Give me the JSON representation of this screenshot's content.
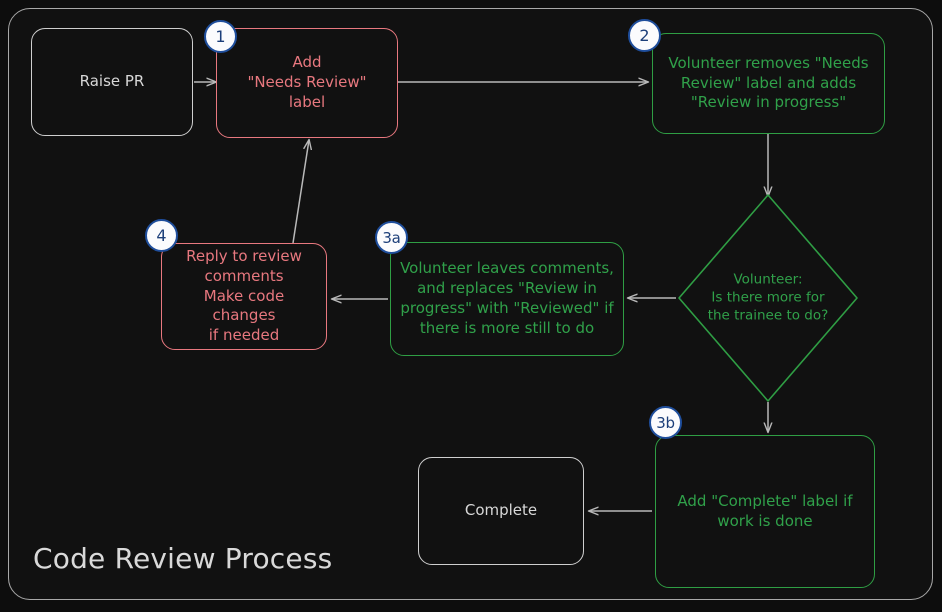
{
  "diagram": {
    "title": "Code Review Process",
    "colors": {
      "background": "#0d0d0d",
      "frame": "#a8a8a8",
      "neutral": "#d8d8d8",
      "red": "#e8787f",
      "green": "#30a14a",
      "badge_border": "#1f4e9c",
      "badge_fill": "#fbfbfd",
      "arrow": "#b9b9b9"
    },
    "nodes": {
      "raise_pr": {
        "label": "Raise PR",
        "style": "neutral",
        "shape": "rounded-rect"
      },
      "add_needs_review": {
        "label": "Add\n\"Needs Review\"\nlabel",
        "style": "red",
        "shape": "rounded-rect",
        "badge": "1"
      },
      "volunteer_removes": {
        "label": "Volunteer removes \"Needs\nReview\" label and adds\n\"Review in progress\"",
        "style": "green",
        "shape": "rounded-rect",
        "badge": "2"
      },
      "decision": {
        "label": "Volunteer:\nIs there more for\nthe trainee to do?",
        "style": "green",
        "shape": "diamond"
      },
      "volunteer_comments": {
        "label": "Volunteer leaves comments,\nand replaces \"Review in\nprogress\" with \"Reviewed\" if\nthere is more still to do",
        "style": "green",
        "shape": "rounded-rect",
        "badge": "3a"
      },
      "reply_to_review": {
        "label": "Reply to review\ncomments\nMake code changes\nif needed",
        "style": "red",
        "shape": "rounded-rect",
        "badge": "4"
      },
      "add_complete": {
        "label": "Add \"Complete\" label if\nwork is done",
        "style": "green",
        "shape": "rounded-rect",
        "badge": "3b"
      },
      "complete": {
        "label": "Complete",
        "style": "neutral",
        "shape": "rounded-rect"
      }
    },
    "badges": {
      "one": "1",
      "two": "2",
      "three_a": "3a",
      "three_b": "3b",
      "four": "4"
    },
    "edges": [
      {
        "from": "raise_pr",
        "to": "add_needs_review"
      },
      {
        "from": "add_needs_review",
        "to": "volunteer_removes"
      },
      {
        "from": "volunteer_removes",
        "to": "decision"
      },
      {
        "from": "decision",
        "to": "volunteer_comments"
      },
      {
        "from": "decision",
        "to": "add_complete"
      },
      {
        "from": "volunteer_comments",
        "to": "reply_to_review"
      },
      {
        "from": "reply_to_review",
        "to": "add_needs_review"
      },
      {
        "from": "add_complete",
        "to": "complete"
      }
    ]
  }
}
